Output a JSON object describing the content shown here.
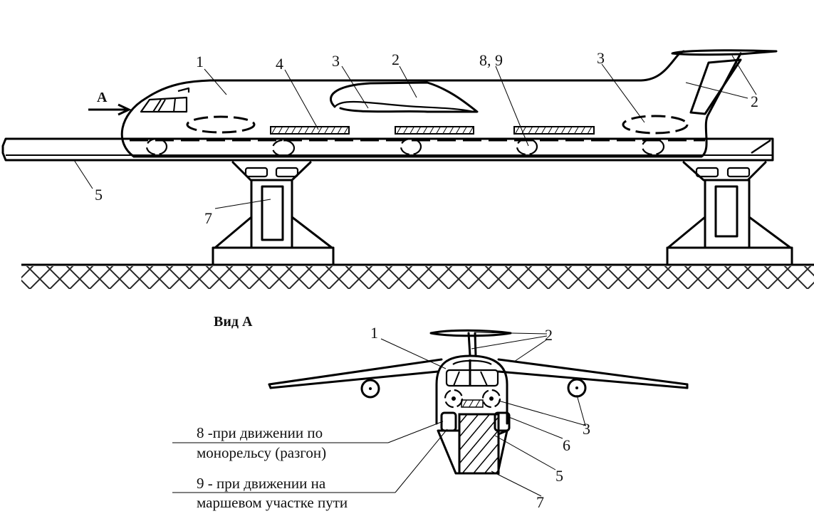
{
  "side_view": {
    "direction_label": "A",
    "callouts": {
      "fuselage": "1",
      "wing_or_tail": "2",
      "engine": "3",
      "rail_grip": "4",
      "wheels": "8, 9",
      "monorail": "5",
      "support_pillar": "7",
      "tail_surfaces": "2"
    }
  },
  "front_view": {
    "title": "Вид А",
    "callouts": {
      "fuselage": "1",
      "tail_and_wing": "2",
      "engines": "3",
      "grip": "6",
      "rail": "5",
      "pillar": "7"
    },
    "legend": [
      {
        "line1": "8 -при движении по",
        "line2": "монорельсу (разгон)"
      },
      {
        "line1": "9 - при движении на",
        "line2": "маршевом участке пути"
      }
    ]
  }
}
